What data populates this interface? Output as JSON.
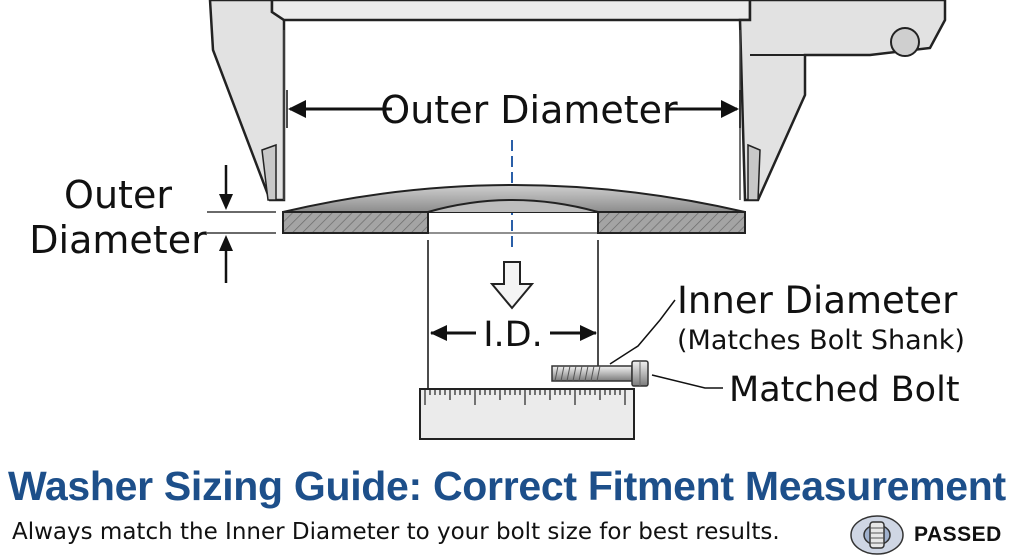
{
  "diagram": {
    "top_label": "Outer Diameter",
    "side_label_line1": "Outer",
    "side_label_line2": "Diameter",
    "id_label": "I.D.",
    "inner_label": "Inner Diameter",
    "inner_sublabel": "(Matches Bolt Shank)",
    "bolt_label": "Matched Bolt"
  },
  "footer": {
    "title": "Washer Sizing Guide: Correct Fitment Measurement",
    "subtitle": "Always match the Inner Diameter to your bolt size for best results.",
    "badge": "PASSED"
  },
  "colors": {
    "title": "#1d4f8a",
    "caliper_fill": "#e4e4e4",
    "washer_fill": "#9a9a9a",
    "center_line": "#2a5fa8"
  },
  "icons": [
    "double-arrow-icon",
    "down-arrow-icon",
    "bolt-icon",
    "ruler-icon",
    "washer-icon"
  ]
}
